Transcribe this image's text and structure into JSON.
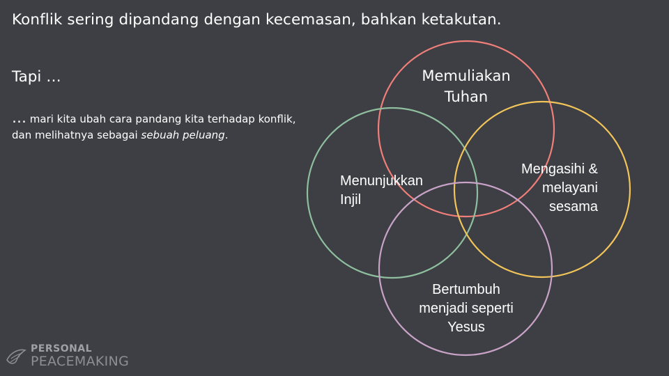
{
  "headline": "Konflik sering dipandang dengan kecemasan, bahkan ketakutan.",
  "subhead": "Tapi …",
  "body": {
    "lead": "…",
    "line1": " mari kita ubah cara pandang kita terhadap konflik,",
    "line2": "dan melihatnya sebagai ",
    "emphasis": "sebuah peluang",
    "end": "."
  },
  "venn": [
    {
      "id": "glorify",
      "lines": [
        "Memuliakan",
        "Tuhan"
      ],
      "color": "#f07f7a"
    },
    {
      "id": "gospel",
      "lines": [
        "Menunjukkan",
        "Injil"
      ],
      "color": "#8fbf9f"
    },
    {
      "id": "serve",
      "lines": [
        "Mengasihi &",
        "melayani",
        "sesama"
      ],
      "color": "#f2c45a"
    },
    {
      "id": "grow",
      "lines": [
        "Bertumbuh",
        "menjadi seperti",
        "Yesus"
      ],
      "color": "#c9a3c7"
    }
  ],
  "logo": {
    "line1": "PERSONAL",
    "line2": "PEACEMAKING",
    "icon": "dove-icon"
  }
}
